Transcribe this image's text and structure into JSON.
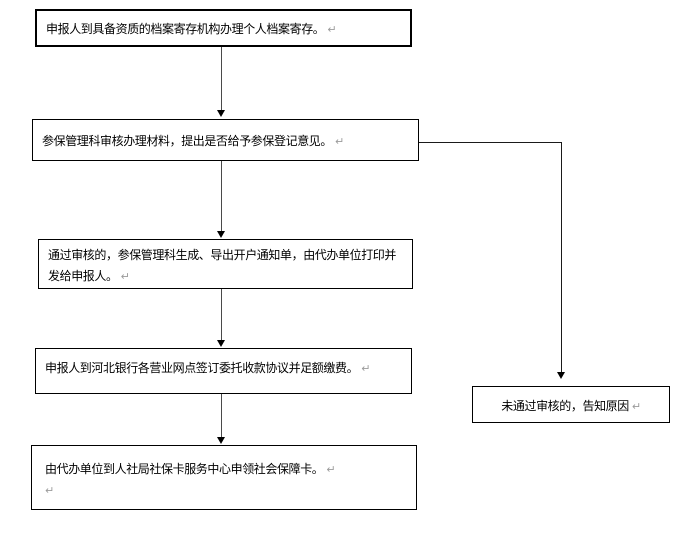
{
  "style": {
    "background": "#ffffff",
    "box_border_color": "#000000",
    "text_color": "#000000",
    "line_color": "#1a1a1a",
    "arrowhead_color": "#000000",
    "paragraph_mark_color": "#9b9b9b"
  },
  "flowchart": {
    "boxes": [
      {
        "name": "archive-deposit",
        "lines": [
          {
            "text": "申报人到具备资质的档案寄存机构办理个人档案寄存。",
            "mark": "↵"
          }
        ]
      },
      {
        "name": "review-materials",
        "lines": [
          {
            "text": "参保管理科审核办理材料，提出是否给予参保登记意见。",
            "mark": "↵"
          }
        ]
      },
      {
        "name": "generate-account-notice",
        "lines": [
          {
            "text": "通过审核的，参保管理科生成、导出开户通知单，由代办单位打印并",
            "mark": ""
          },
          {
            "text": "发给申报人。",
            "mark": "↵"
          }
        ]
      },
      {
        "name": "sign-payment-agreement",
        "lines": [
          {
            "text": "申报人到河北银行各营业网点签订委托收款协议并足额缴费。",
            "mark": "↵"
          }
        ]
      },
      {
        "name": "claim-social-security-card",
        "lines": [
          {
            "text": "由代办单位到人社局社保卡服务中心申领社会保障卡。",
            "mark": "↵"
          },
          {
            "text": "",
            "mark": "↵"
          }
        ]
      },
      {
        "name": "not-passed-notify-reason",
        "lines": [
          {
            "text": "未通过审核的，告知原因",
            "mark": "↵"
          }
        ]
      }
    ]
  }
}
